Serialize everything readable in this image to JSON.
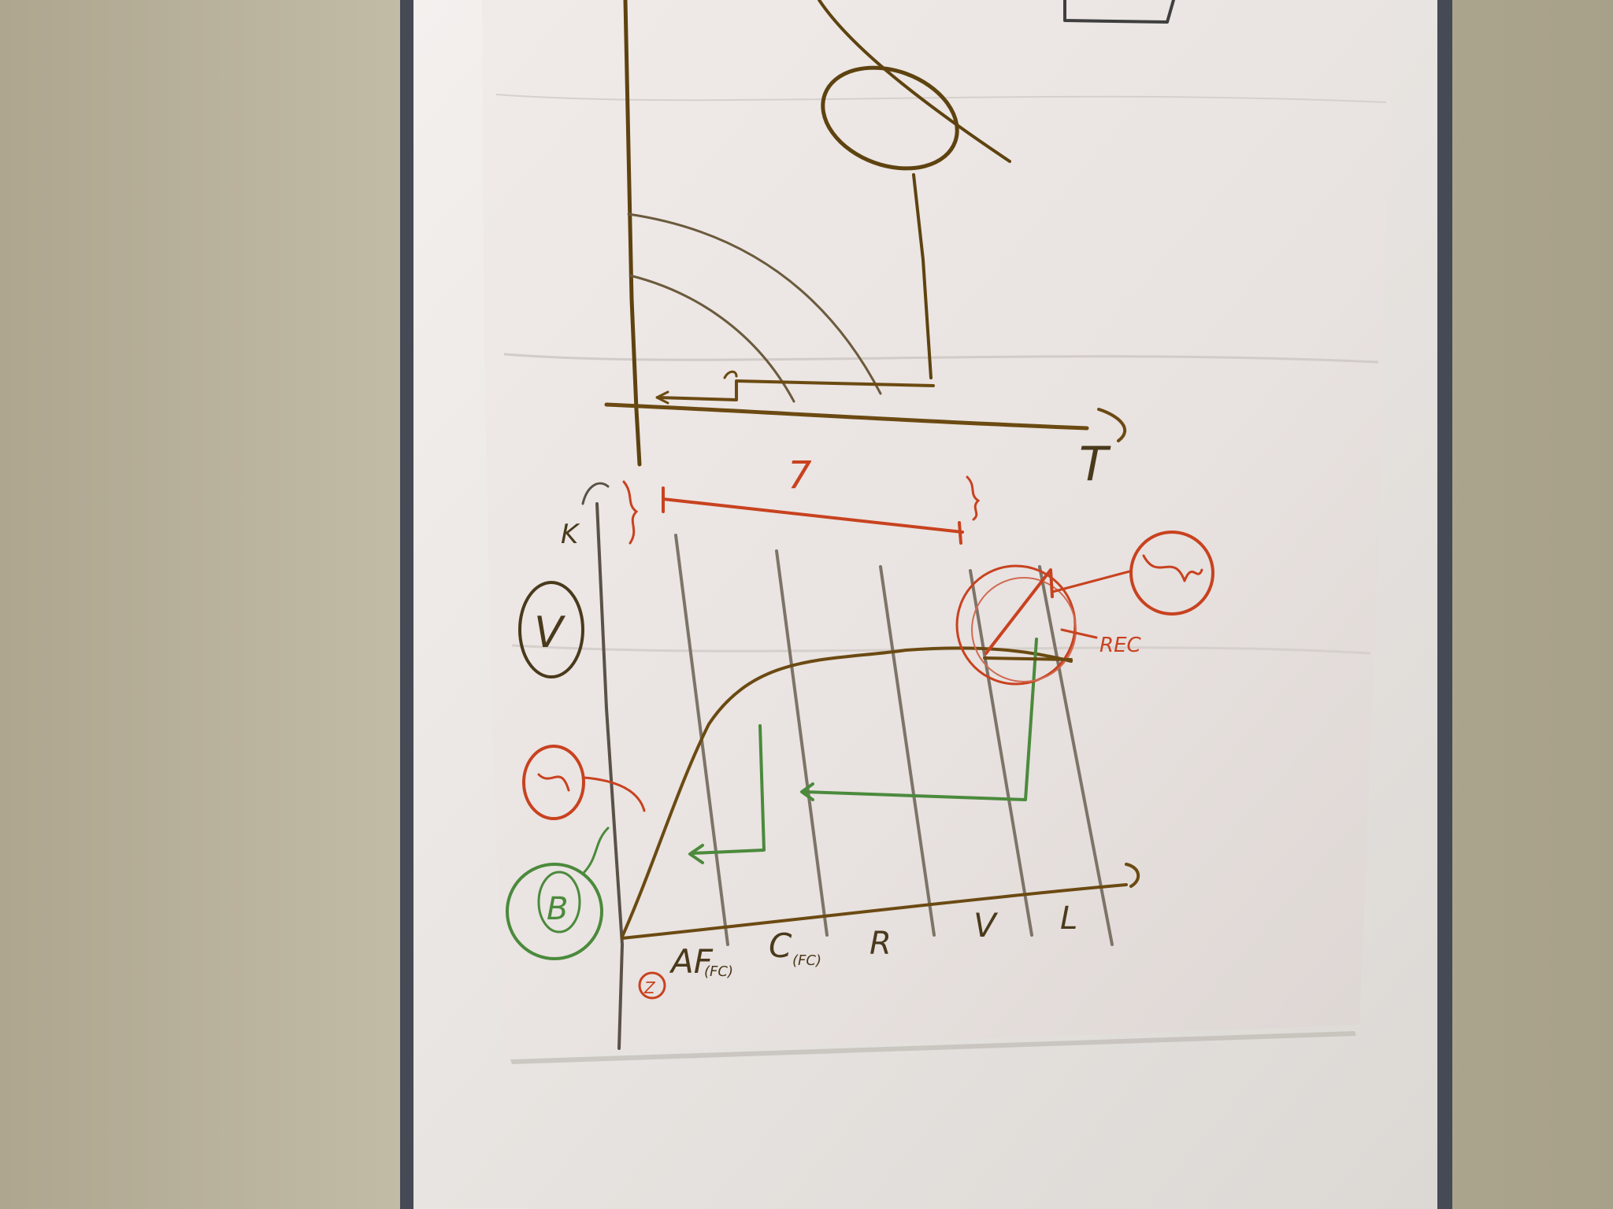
{
  "colors": {
    "wall": "#b9b29d",
    "board_frame": "#454a55",
    "paper": "#ebe6e4",
    "marker_brown": "#6b4a12",
    "marker_red": "#c8421f",
    "marker_green": "#4b8a3c",
    "marker_gray": "#7d7468"
  },
  "sketch": {
    "upper_axis_label": "T",
    "span_label": "7",
    "left_axis_label": "K",
    "bottom_labels": [
      "AF",
      "(FC)",
      "C",
      "(FC)",
      "R",
      "V",
      "L"
    ],
    "right_annotation": "REC",
    "circled_marks": [
      "V",
      "B",
      "Z"
    ]
  }
}
